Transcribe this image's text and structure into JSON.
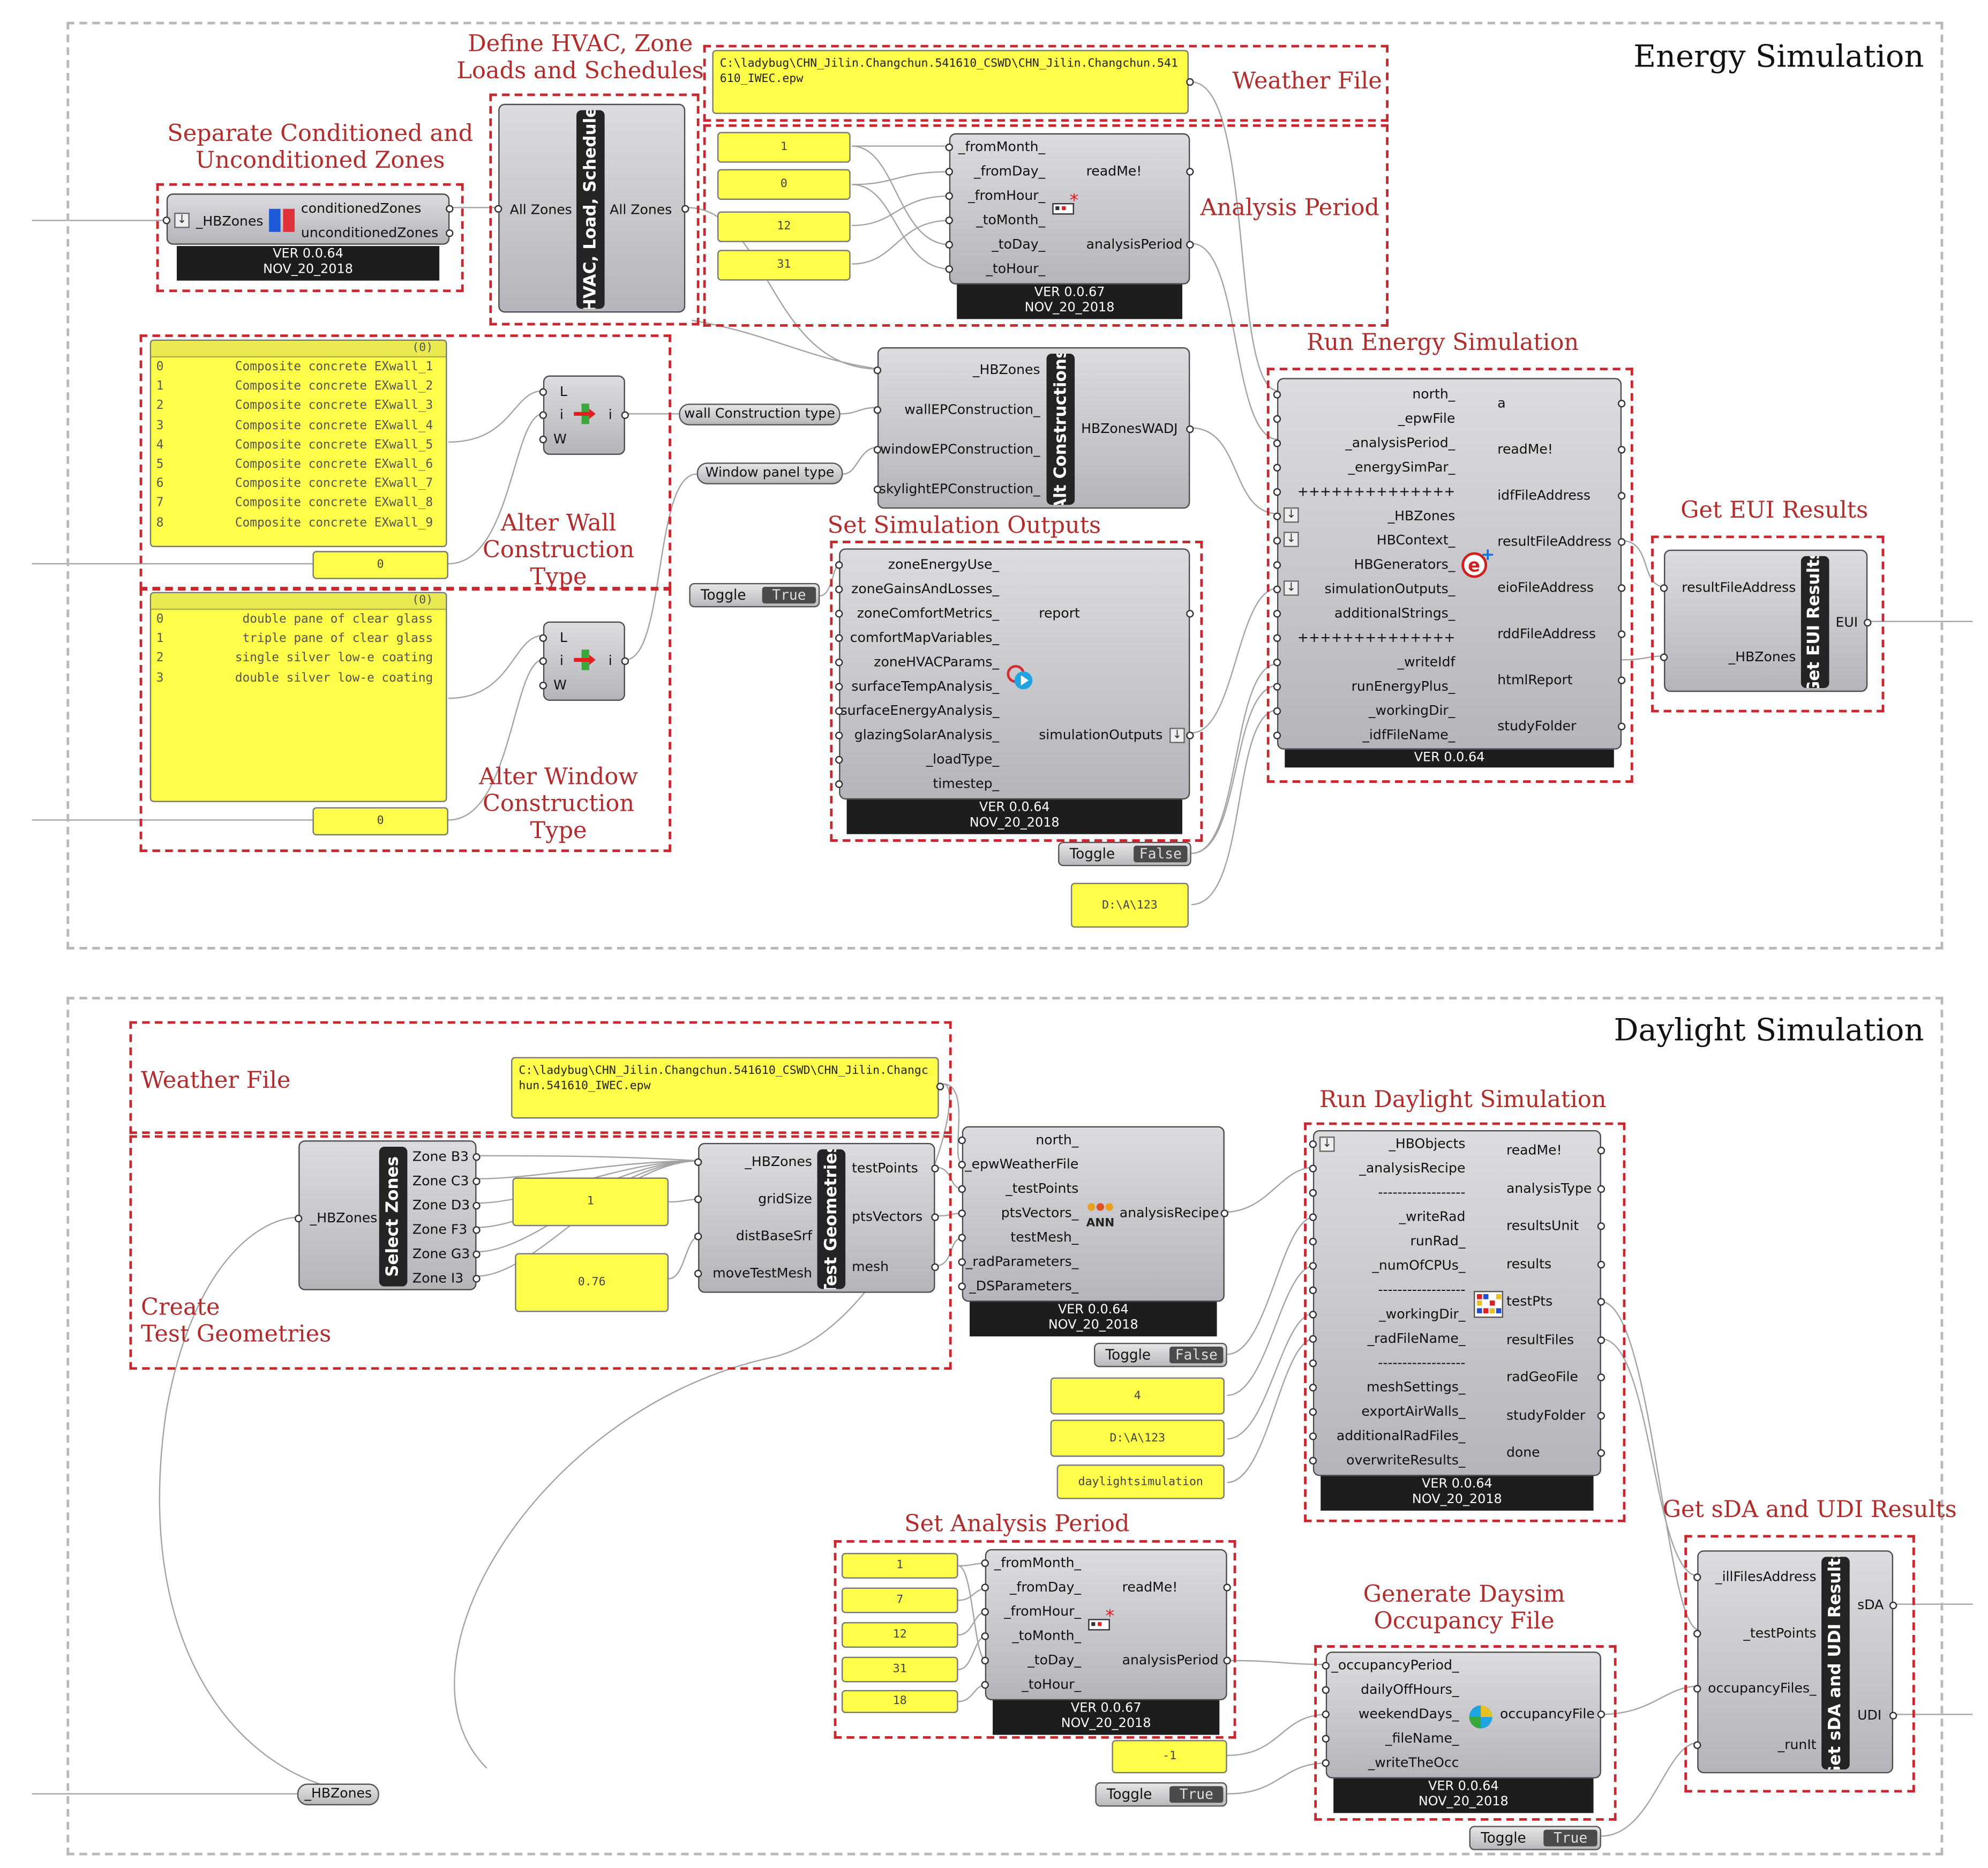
{
  "panels": {
    "energy_title": "Energy Simulation",
    "daylight_title": "Daylight Simulation"
  },
  "groups": {
    "separate_zones": "Separate Conditioned and\nUnconditioned Zones",
    "define_hvac": "Define HVAC, Zone\nLoads and Schedules",
    "weather_file": "Weather File",
    "analysis_period": "Analysis Period",
    "run_energy": "Run Energy Simulation",
    "get_eui": "Get EUI Results",
    "alter_wall": "Alter Wall\nConstruction Type",
    "alter_window": "Alter Window\nConstruction Type",
    "set_outputs": "Set Simulation Outputs",
    "weather_file_2": "Weather File",
    "create_test": "Create\nTest Geometries",
    "run_daylight": "Run Daylight Simulation",
    "set_analysis": "Set Analysis Period",
    "generate_daysim": "Generate Daysim\nOccupancy File",
    "get_sda": "Get sDA and UDI Results"
  },
  "energy": {
    "separate": {
      "input": "_HBZones",
      "outputs": [
        "conditionedZones",
        "unconditionedZones"
      ],
      "ver": "VER 0.0.64",
      "date": "NOV_20_2018"
    },
    "hvac": {
      "input": "All Zones",
      "output": "All Zones",
      "band": "HVAC, Load, Schedule"
    },
    "weather_path": "C:\\ladybug\\CHN_Jilin.Changchun.541610_CSWD\\CHN_Jilin.Changchun.541610_IWEC.epw",
    "period_values": [
      "1",
      "0",
      "12",
      "31"
    ],
    "period": {
      "inputs": [
        "_fromMonth_",
        "_fromDay_",
        "_fromHour_",
        "_toMonth_",
        "_toDay_",
        "_toHour_"
      ],
      "outputs": [
        "readMe!",
        "analysisPeriod"
      ],
      "ver": "VER 0.0.67",
      "date": "NOV_20_2018"
    },
    "wall_list": {
      "header": "(0)",
      "items": [
        {
          "i": "0",
          "v": "Composite concrete EXwall_1"
        },
        {
          "i": "1",
          "v": "Composite concrete EXwall_2"
        },
        {
          "i": "2",
          "v": "Composite concrete EXwall_3"
        },
        {
          "i": "3",
          "v": "Composite concrete EXwall_4"
        },
        {
          "i": "4",
          "v": "Composite concrete EXwall_5"
        },
        {
          "i": "5",
          "v": "Composite concrete EXwall_6"
        },
        {
          "i": "6",
          "v": "Composite concrete EXwall_7"
        },
        {
          "i": "7",
          "v": "Composite concrete EXwall_8"
        },
        {
          "i": "8",
          "v": "Composite concrete EXwall_9"
        }
      ],
      "index_value": "0"
    },
    "window_list": {
      "header": "(0)",
      "items": [
        {
          "i": "0",
          "v": "double pane of clear glass"
        },
        {
          "i": "1",
          "v": "triple pane of clear glass"
        },
        {
          "i": "2",
          "v": "single silver low-e coating"
        },
        {
          "i": "3",
          "v": "double silver low-e coating"
        }
      ],
      "index_value": "0"
    },
    "item_ports": {
      "L": "L",
      "i": "i",
      "W": "W",
      "out": "i"
    },
    "wall_pill": "wall Construction type",
    "window_pill": "Window panel type",
    "altc": {
      "inputs": [
        "_HBZones",
        "wallEPConstruction_",
        "windowEPConstruction_",
        "skylightEPConstruction_"
      ],
      "output": "HBZonesWADJ",
      "band": "Alt Constructions"
    },
    "toggle_true": {
      "label": "Toggle",
      "value": "True"
    },
    "outputs_comp": {
      "inputs": [
        "zoneEnergyUse_",
        "zoneGainsAndLosses_",
        "zoneComfortMetrics_",
        "comfortMapVariables_",
        "zoneHVACParams_",
        "surfaceTempAnalysis_",
        "surfaceEnergyAnalysis_",
        "glazingSolarAnalysis_",
        "_loadType_",
        "timestep_"
      ],
      "outputs": [
        "report",
        "simulationOutputs"
      ],
      "ver": "VER 0.0.64",
      "date": "NOV_20_2018"
    },
    "toggle_false": {
      "label": "Toggle",
      "value": "False"
    },
    "folder": "D:\\A\\123",
    "run": {
      "inputs": [
        "north_",
        "_epwFile",
        "_analysisPeriod_",
        "_energySimPar_",
        "++++++++++++++",
        "_HBZones",
        "HBContext_",
        "HBGenerators_",
        "simulationOutputs_",
        "additionalStrings_",
        "++++++++++++++",
        "_writeIdf",
        "runEnergyPlus_",
        "_workingDir_",
        "_idfFileName_"
      ],
      "outputs": [
        "a",
        "readMe!",
        "idfFileAddress",
        "resultFileAddress",
        "eioFileAddress",
        "rddFileAddress",
        "htmlReport",
        "studyFolder"
      ],
      "ver": "VER 0.0.64"
    },
    "eui": {
      "inputs": [
        "resultFileAddress",
        "_HBZones"
      ],
      "output": "EUI",
      "band": "Get EUI Results"
    }
  },
  "daylight": {
    "weather_path": "C:\\ladybug\\CHN_Jilin.Changchun.541610_CSWD\\CHN_Jilin.Changchun.541610_IWEC.epw",
    "select": {
      "input": "_HBZones",
      "outputs": [
        "Zone B3",
        "Zone C3",
        "Zone D3",
        "Zone F3",
        "Zone G3",
        "Zone I3"
      ],
      "band": "Select Zones"
    },
    "grid_value": "1",
    "dist_value": "0.76",
    "testgeo": {
      "inputs": [
        "_HBZones",
        "gridSize",
        "distBaseSrf",
        "moveTestMesh"
      ],
      "outputs": [
        "testPoints",
        "ptsVectors",
        "mesh"
      ],
      "band": "Test Geometries"
    },
    "recipe": {
      "inputs": [
        "north_",
        "_epwWeatherFile",
        "_testPoints",
        "ptsVectors_",
        "testMesh_",
        "_radParameters_",
        "_DSParameters_"
      ],
      "output": "analysisRecipe",
      "ver": "VER 0.0.64",
      "date": "NOV_20_2018"
    },
    "toggle_false": {
      "label": "Toggle",
      "value": "False"
    },
    "cpus": "4",
    "folder": "D:\\A\\123",
    "name": "daylightsimulation",
    "run": {
      "inputs": [
        "_HBObjects",
        "_analysisRecipe",
        "------------------",
        "_writeRad",
        "runRad_",
        "_numOfCPUs_",
        "------------------",
        "_workingDir_",
        "_radFileName_",
        "------------------",
        "meshSettings_",
        "exportAirWalls_",
        "additionalRadFiles_",
        "overwriteResults_"
      ],
      "outputs": [
        "readMe!",
        "analysisType",
        "resultsUnit",
        "results",
        "testPts",
        "resultFiles",
        "radGeoFile",
        "studyFolder",
        "done"
      ],
      "ver": "VER 0.0.64",
      "date": "NOV_20_2018"
    },
    "period_values": [
      "1",
      "7",
      "12",
      "31",
      "18"
    ],
    "period": {
      "inputs": [
        "_fromMonth_",
        "_fromDay_",
        "_fromHour_",
        "_toMonth_",
        "_toDay_",
        "_toHour_"
      ],
      "outputs": [
        "readMe!",
        "analysisPeriod"
      ],
      "ver": "VER 0.0.67",
      "date": "NOV_20_2018"
    },
    "minus_one": "-1",
    "toggle_true": {
      "label": "Toggle",
      "value": "True"
    },
    "occ": {
      "inputs": [
        "_occupancyPeriod_",
        "dailyOffHours_",
        "weekendDays_",
        "_fileName_",
        "_writeTheOcc"
      ],
      "output": "occupancyFile",
      "ver": "VER 0.0.64",
      "date": "NOV_20_2018"
    },
    "hbzones_param": "_HBZones",
    "sda": {
      "inputs": [
        "_illFilesAddress",
        "_testPoints",
        "occupancyFiles_",
        "_runIt"
      ],
      "outputs": [
        "sDA",
        "UDI"
      ],
      "band": "Get sDA and UDI Results"
    },
    "toggle_true2": {
      "label": "Toggle",
      "value": "True"
    }
  },
  "colors": {
    "group_border": "#c8272e",
    "group_label": "#b12d2d",
    "panel_yellow": "#fdfd4a",
    "component_gray": "#c6c6cb",
    "version_bar": "#1d1d1d"
  }
}
